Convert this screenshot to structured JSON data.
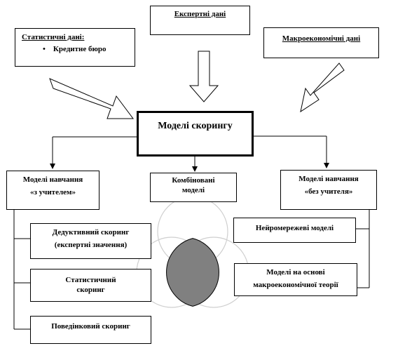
{
  "sources": {
    "expert": "Експертні дані",
    "statistical": "Статистичні дані:",
    "statistical_bullet": "Кредитне бюро",
    "macro": "Макроекономічні дані"
  },
  "center": {
    "title": "Моделі скорингу"
  },
  "branches": {
    "supervised_line1": "Моделі навчання",
    "supervised_line2": "«з учителем»",
    "combined_line1": "Комбіновані",
    "combined_line2": "моделі",
    "unsupervised_line1": "Моделі навчання",
    "unsupervised_line2": "«без учителя»"
  },
  "methods": {
    "deductive_line1": "Дедуктивний скоринг",
    "deductive_line2": "(експертні значення)",
    "statistical_line1": "Статистичний",
    "statistical_line2": "скоринг",
    "behavioral": "Поведінковий скоринг",
    "neural": "Нейромережеві моделі",
    "macro_line1": "Моделі на основі",
    "macro_line2": "макроекономічної теорії"
  },
  "colors": {
    "overlap_fill": "#808080",
    "circle_stroke": "#cfcfcf",
    "line": "#000000"
  }
}
